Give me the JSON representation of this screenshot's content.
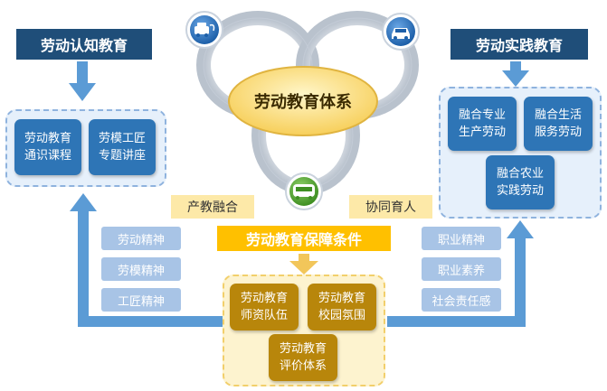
{
  "center": {
    "label": "劳动教育体系"
  },
  "left": {
    "header": "劳动认知教育",
    "cards": [
      {
        "label": "劳动教育\n通识课程"
      },
      {
        "label": "劳模工匠\n专题讲座"
      }
    ]
  },
  "right": {
    "header": "劳动实践教育",
    "cards": [
      {
        "label": "融合专业\n生产劳动"
      },
      {
        "label": "融合生活\n服务劳动"
      },
      {
        "label": "融合农业\n实践劳动"
      }
    ]
  },
  "links": {
    "left": "产教融合",
    "right": "协同育人"
  },
  "guarantee": {
    "header": "劳动教育保障条件",
    "cards": [
      {
        "label": "劳动教育\n师资队伍"
      },
      {
        "label": "劳动教育\n校园氛围"
      },
      {
        "label": "劳动教育\n评价体系"
      }
    ]
  },
  "spirits": [
    "劳动精神",
    "劳模精神",
    "工匠精神"
  ],
  "qualities": [
    "职业精神",
    "职业素养",
    "社会责任感"
  ],
  "colors": {
    "navy": "#1f4e79",
    "blue": "#2e75b6",
    "light_blue": "#a8c4e6",
    "gold": "#b8860b",
    "yellow": "#fde9a8",
    "arrow": "#5b9bd5"
  },
  "icons": [
    "car-charging-icon",
    "car-icon",
    "bus-icon"
  ]
}
